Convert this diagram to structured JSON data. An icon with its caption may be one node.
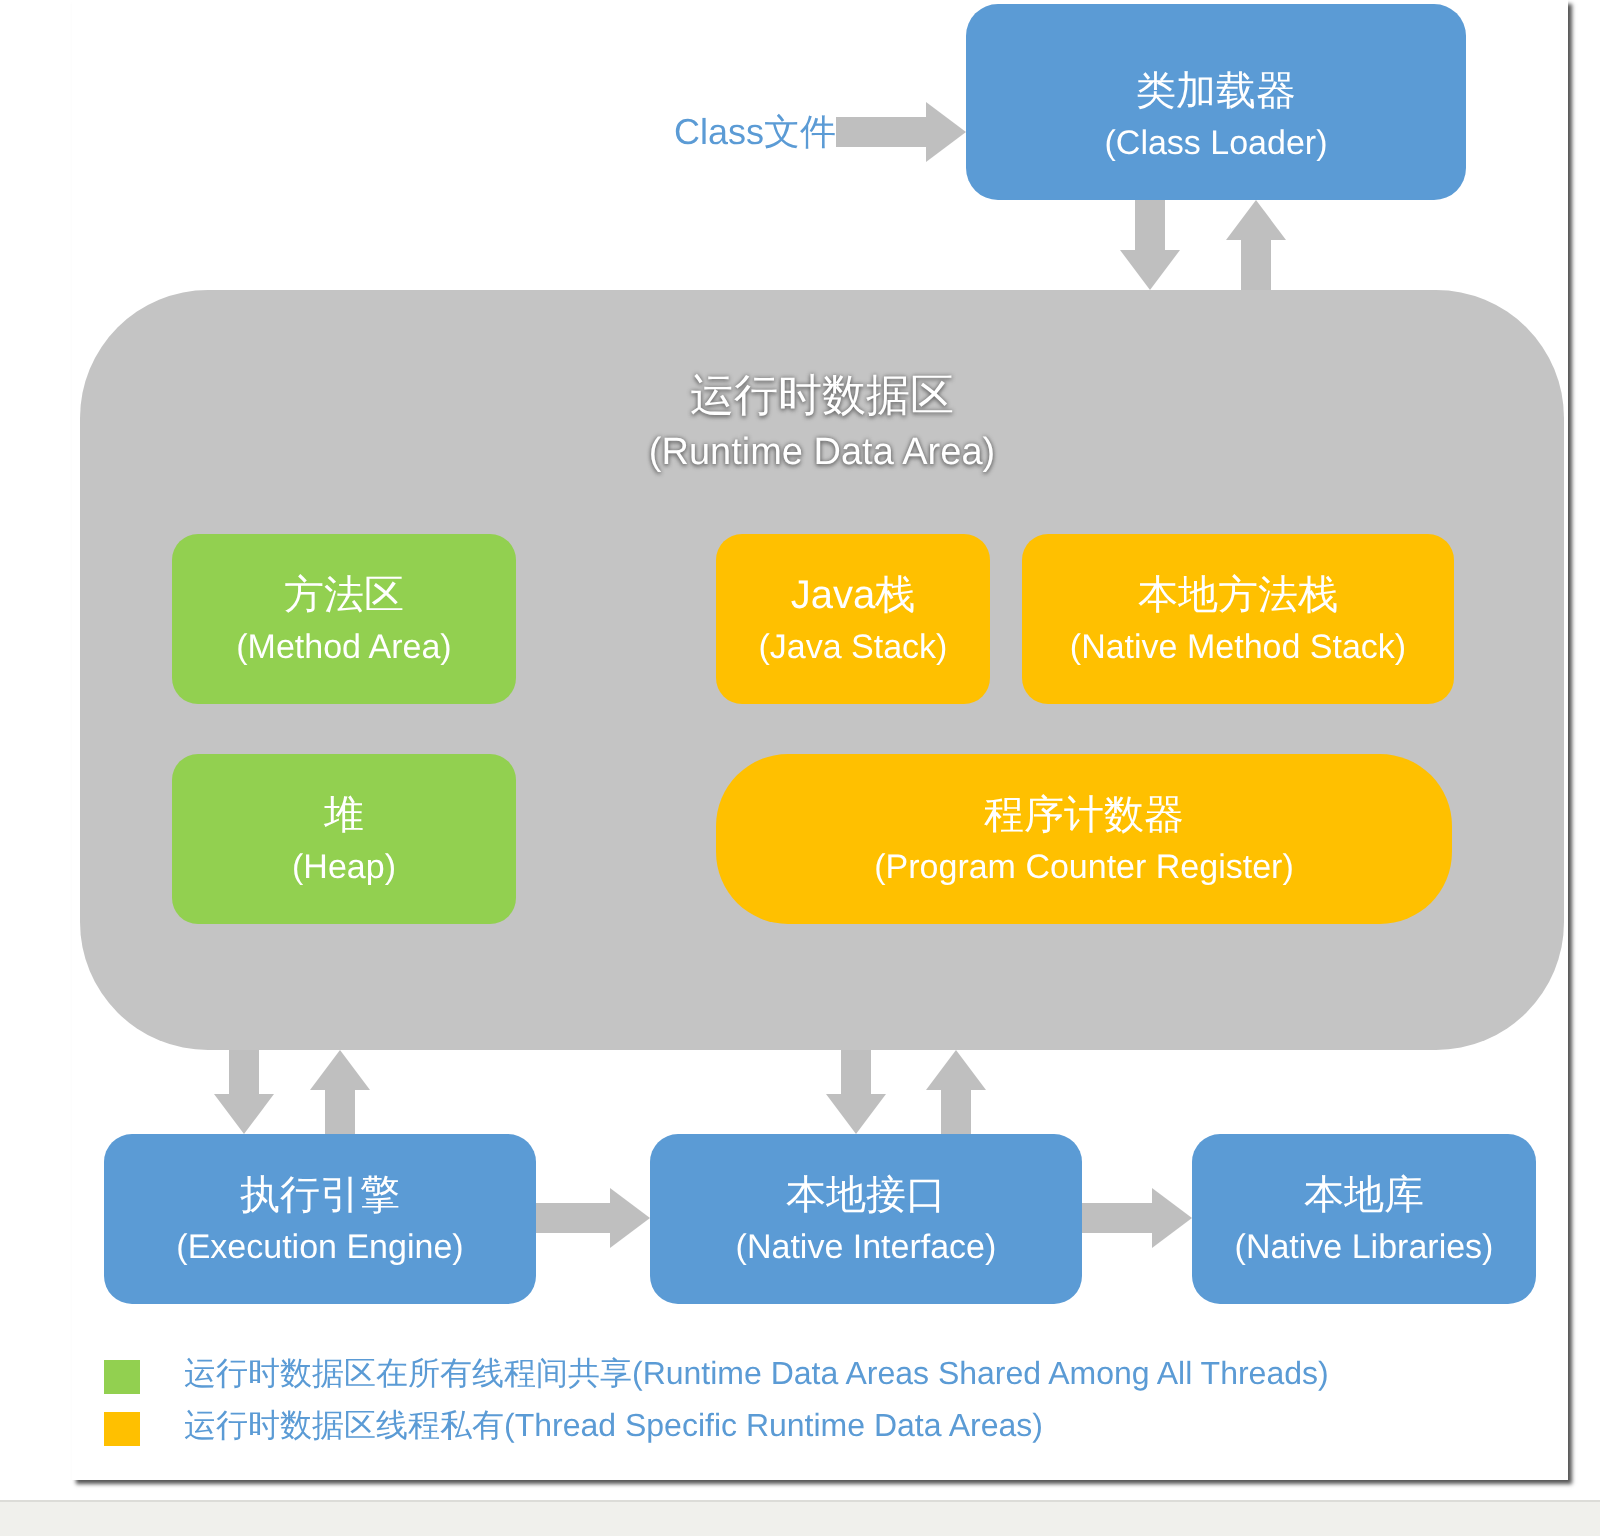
{
  "diagram": {
    "nodes": [
      {
        "text": [
          "Class文件"
        ]
      },
      {
        "text": [
          "类加载器",
          "(Class Loader)"
        ]
      },
      {
        "text": [
          "运行时数据区",
          "(Runtime Data Area)"
        ]
      },
      {
        "text": [
          "方法区",
          "(Method Area)"
        ],
        "in": 2
      },
      {
        "text": [
          "Java栈",
          "(Java Stack)"
        ],
        "in": 2
      },
      {
        "text": [
          "本地方法栈",
          "(Native Method Stack)"
        ],
        "in": 2
      },
      {
        "text": [
          "堆",
          "(Heap)"
        ],
        "in": 2
      },
      {
        "text": [
          "程序计数器",
          "(Program Counter Register)"
        ],
        "in": 2
      },
      {
        "text": [
          "执行引擎",
          "(Execution Engine)"
        ]
      },
      {
        "text": [
          "本地接口",
          "(Native Interface)"
        ]
      },
      {
        "text": [
          "本地库",
          "(Native Libraries)"
        ]
      }
    ],
    "edges": [
      {
        "from": 0,
        "to": 1,
        "arrow": "to"
      },
      {
        "from": 1,
        "to": 2,
        "arrow": "to"
      },
      {
        "from": 2,
        "to": 1,
        "arrow": "to"
      },
      {
        "from": 2,
        "to": 8,
        "arrow": "to"
      },
      {
        "from": 8,
        "to": 2,
        "arrow": "to"
      },
      {
        "from": 2,
        "to": 9,
        "arrow": "to"
      },
      {
        "from": 9,
        "to": 2,
        "arrow": "to"
      },
      {
        "from": 8,
        "to": 9,
        "arrow": "to"
      },
      {
        "from": 9,
        "to": 10,
        "arrow": "to"
      }
    ],
    "legend": [
      {
        "text": "运行时数据区在所有线程间共享(Runtime Data Areas Shared Among All Threads)",
        "color": "#92d050"
      },
      {
        "text": "运行时数据区线程私有(Thread Specific Runtime Data Areas)",
        "color": "#ffc000"
      }
    ]
  }
}
